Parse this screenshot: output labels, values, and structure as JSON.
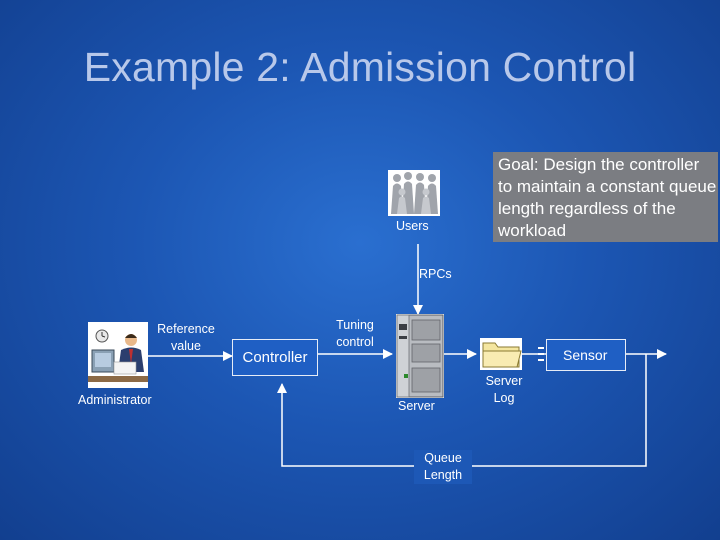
{
  "slide": {
    "title": "Example 2: Admission Control"
  },
  "goal": {
    "text": "Goal: Design the controller to maintain a constant queue length regardless of the workload"
  },
  "nodes": {
    "users": "Users",
    "rpcs": "RPCs",
    "reference_value": "Reference value",
    "administrator": "Administrator",
    "controller": "Controller",
    "tuning_control": "Tuning control",
    "server": "Server",
    "server_log": "Server Log",
    "sensor": "Sensor",
    "queue_length": "Queue Length"
  },
  "colors": {
    "background": "#1c56b3",
    "box_fill": "#1f5fc4",
    "goal_fill": "#7b7d82",
    "title": "#b8c8ea",
    "line": "#ffffff"
  },
  "icons": {
    "users": "crowd-icon",
    "administrator": "person-at-desk-icon",
    "server": "server-tower-icon",
    "server_log": "folder-icon"
  }
}
